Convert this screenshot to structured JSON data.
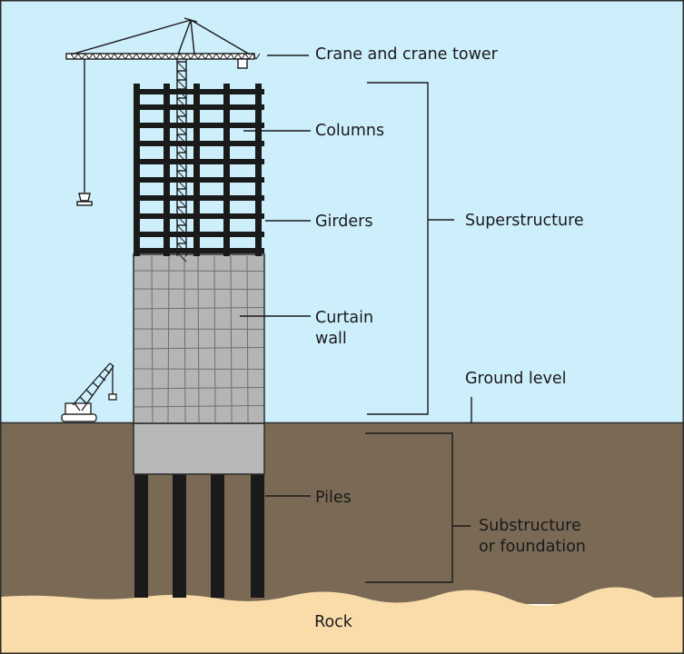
{
  "colors": {
    "sky": "#cdeefb",
    "ground": "#7a6a55",
    "rock": "#f9dcaa",
    "frame": "#1a1a1a",
    "curtain_wall": "#b5b5b5",
    "foundation_cap": "#b8b8b8",
    "outline": "#2b2b2b"
  },
  "labels": {
    "crane": "Crane and crane tower",
    "columns": "Columns",
    "girders": "Girders",
    "curtain_wall_1": "Curtain",
    "curtain_wall_2": "wall",
    "superstructure": "Superstructure",
    "ground_level": "Ground level",
    "piles": "Piles",
    "substructure_1": "Substructure",
    "substructure_2": "or foundation",
    "rock": "Rock"
  },
  "icons": [
    "tower-crane-icon",
    "crawler-crane-icon"
  ]
}
